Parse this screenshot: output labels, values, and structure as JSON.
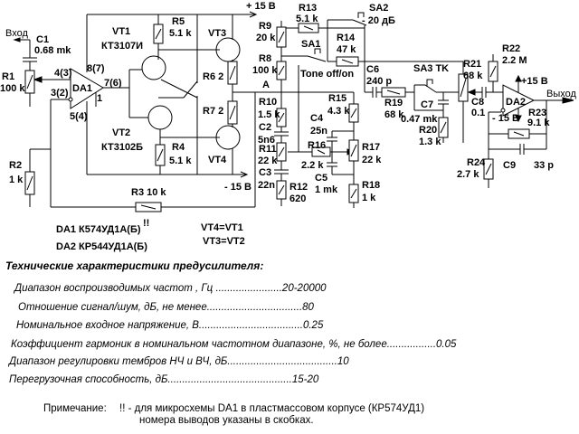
{
  "schematic": {
    "labels": [
      "Вход",
      "C1",
      "0.68 mk",
      "R1",
      "100 k",
      "4(3)",
      "3(2)",
      "DA1",
      "8(7)",
      "7(6)",
      "1",
      "5(4)",
      "VT1",
      "КТ3107И",
      "R5",
      "5.1 k",
      "VT3",
      "+ 15 В",
      "R6 2",
      "R7 2",
      "VT2",
      "КТ3102Б",
      "R4",
      "5.1 k",
      "VT4",
      "- 15 В",
      "R2",
      "1 k",
      "R3 10 k",
      "DA1  К574УД1А(Б)",
      "!!",
      "DA2  КР544УД1А(Б)",
      "VT4=VT1",
      "VT3=VT2",
      "R9",
      "20 k",
      "R8",
      "100 k",
      "A",
      "R10",
      "1.5 k",
      "C2",
      "5n6",
      "R11",
      "22 k",
      "C3",
      "22n",
      "R12",
      "620",
      "R13",
      "5.1 k",
      "SA2",
      "- 20 дБ",
      "SA1",
      "R14",
      "47 k",
      "Tone off/on",
      "C6",
      "240 p",
      "SA3  TK",
      "R21",
      "68 k",
      "R22",
      "2.2 M",
      "+15 В",
      "Выход",
      "R15",
      "4.3 k",
      "C4",
      "25n",
      "R16",
      "2.2 k",
      "R17",
      "22 k",
      "C5",
      "1 mk",
      "R18",
      "1 k",
      "R19",
      "68 k",
      "C7",
      "0.47 mk",
      "R20",
      "1.3 k",
      "C8",
      "0.1",
      "DA2",
      "- 15 В",
      "R23",
      "9.1 k",
      "R24",
      "2.7 k",
      "C9",
      "33 p"
    ]
  },
  "specs": {
    "title": "Технические характеристики предусилителя:",
    "items": [
      "Диапазон воспроизводимых частот , Гц .......................20-20000",
      "Отношение сигнал/шум, дБ, не менее.................................80",
      "Номинальное входное напряжение, В....................................0.25",
      "Коэффициент гармоник в номинальном частотном диапазоне, %, не более.................0.05",
      "Диапазон регулировки тембров НЧ и ВЧ, дБ......................................10",
      "Перегрузочная способность, дБ...........................................15-20"
    ]
  },
  "note": {
    "label": "Примечание:",
    "line1": "!! - для микросхемы DA1 в пластмассовом корпусе (КР574УД1)",
    "line2": "номера выводов указаны в скобках."
  }
}
